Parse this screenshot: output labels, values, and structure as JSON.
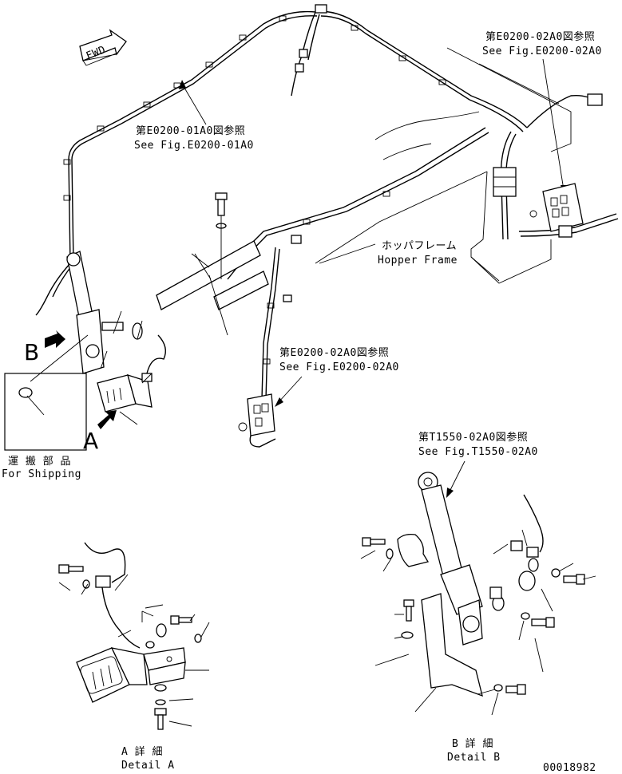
{
  "fwd": "FWD",
  "refs": {
    "e0200_01a0_jp": "第E0200-01A0図参照",
    "e0200_01a0_en": "See Fig.E0200-01A0",
    "e0200_02a0_top_jp": "第E0200-02A0図参照",
    "e0200_02a0_top_en": "See Fig.E0200-02A0",
    "e0200_02a0_mid_jp": "第E0200-02A0図参照",
    "e0200_02a0_mid_en": "See Fig.E0200-02A0",
    "t1550_02a0_jp": "第T1550-02A0図参照",
    "t1550_02a0_en": "See Fig.T1550-02A0"
  },
  "hopper": {
    "jp": "ホッパフレーム",
    "en": "Hopper Frame"
  },
  "shipping": {
    "jp": "運 搬 部 品",
    "en": "For Shipping"
  },
  "markers": {
    "a": "A",
    "b": "B"
  },
  "detail_a": {
    "jp": "A 詳 細",
    "en": "Detail A"
  },
  "detail_b": {
    "jp": "B 詳 細",
    "en": "Detail B"
  },
  "drawing_number": "00018982"
}
